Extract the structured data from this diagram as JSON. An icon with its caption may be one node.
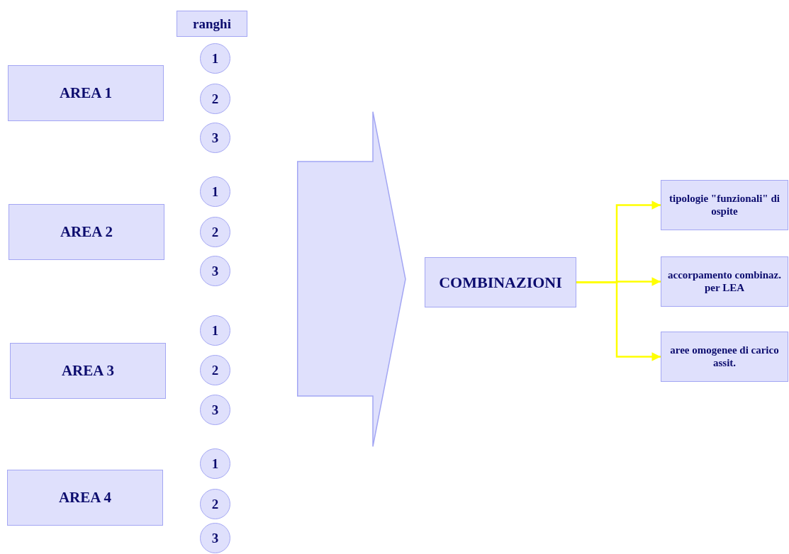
{
  "diagram": {
    "nodes": [
      {
        "text": [
          "ranghi"
        ]
      },
      {
        "text": [
          "AREA 1"
        ]
      },
      {
        "text": [
          "1"
        ]
      },
      {
        "text": [
          "2"
        ]
      },
      {
        "text": [
          "3"
        ]
      },
      {
        "text": [
          "AREA 2"
        ]
      },
      {
        "text": [
          "1"
        ]
      },
      {
        "text": [
          "2"
        ]
      },
      {
        "text": [
          "3"
        ]
      },
      {
        "text": [
          "AREA 3"
        ]
      },
      {
        "text": [
          "1"
        ]
      },
      {
        "text": [
          "2"
        ]
      },
      {
        "text": [
          "3"
        ]
      },
      {
        "text": [
          "AREA 4"
        ]
      },
      {
        "text": [
          "1"
        ]
      },
      {
        "text": [
          "2"
        ]
      },
      {
        "text": [
          "3"
        ]
      },
      {
        "text": [],
        "shape": "arrow"
      },
      {
        "text": [
          "COMBINAZIONI"
        ]
      },
      {
        "text": [
          "tipologie \"funzionali\" di ospite"
        ]
      },
      {
        "text": [
          "accorpamento combinaz. per LEA"
        ]
      },
      {
        "text": [
          "aree omogenee di carico assit."
        ]
      }
    ],
    "edges": [
      {
        "from": 18,
        "to": 19,
        "arrow": "to"
      },
      {
        "from": 18,
        "to": 20,
        "arrow": "to"
      },
      {
        "from": 18,
        "to": 21,
        "arrow": "to"
      }
    ]
  }
}
